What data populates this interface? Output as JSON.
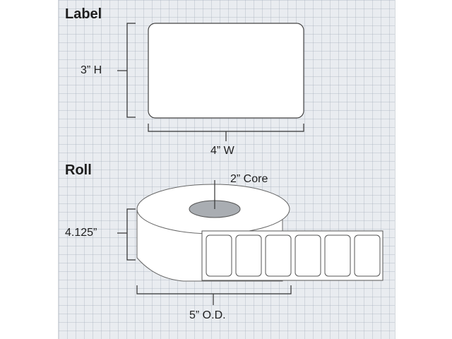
{
  "label_section": {
    "heading": "Label",
    "height_text": "3” H",
    "width_text": "4” W"
  },
  "roll_section": {
    "heading": "Roll",
    "core_text": "2” Core",
    "width_text": "4.125”",
    "diameter_text": "5” O.D.",
    "label_count_on_strip": 6
  },
  "colors": {
    "background_grid": "#e9ecf0",
    "line": "#333333",
    "label_fill": "#ffffff",
    "core_fill": "#a9adb2"
  }
}
